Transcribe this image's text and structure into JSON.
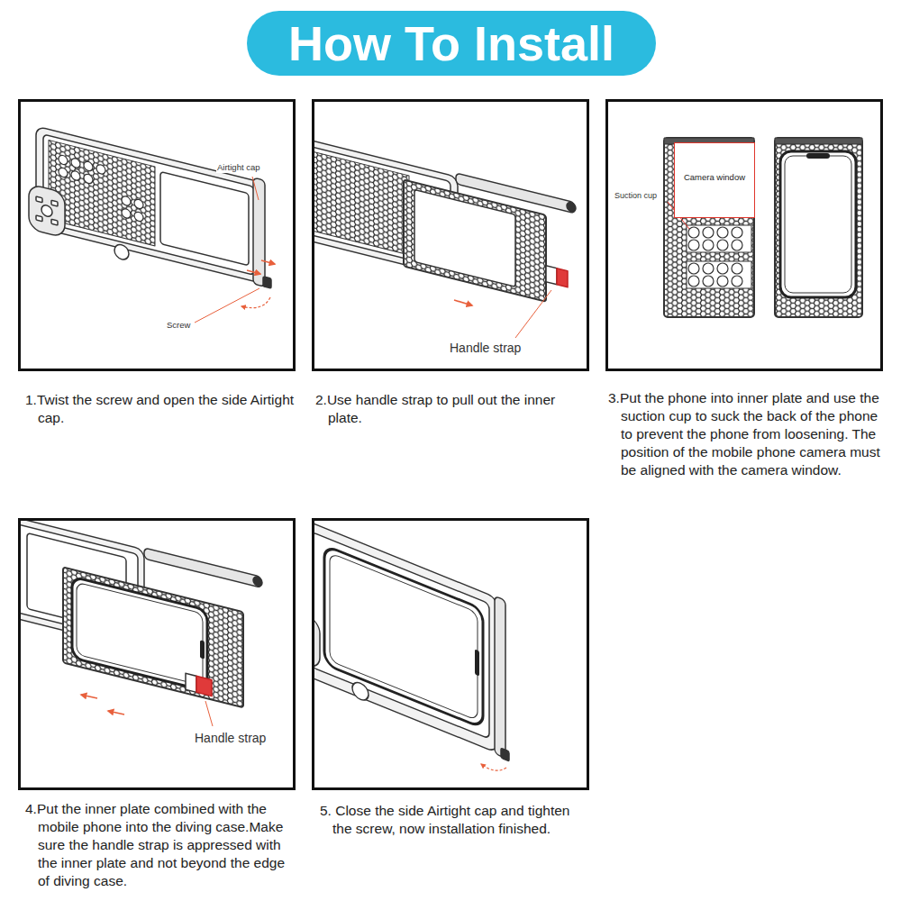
{
  "diagram": {
    "title": "How To Install",
    "nodes": [
      {
        "text": [
          "1.Twist the screw and open the side Airtight cap."
        ]
      },
      {
        "text": [
          "2.Use handle strap to pull out the inner plate."
        ]
      },
      {
        "text": [
          "3.Put the phone into inner plate and use the suction cup to suck the back of the phone to prevent the phone from loosening. The position of the mobile phone camera must be aligned with the camera window."
        ]
      },
      {
        "text": [
          "Camera window"
        ],
        "in": 2
      },
      {
        "text": [
          "4.Put the inner plate combined with the mobile phone into the diving case.Make sure the handle strap is appressed with the inner plate and not beyond the edge of diving case."
        ]
      },
      {
        "text": [
          "5. Close the side Airtight cap and tighten the screw, now installation finished."
        ]
      }
    ],
    "labels": [
      "Airtight cap",
      "Screw",
      "Handle strap",
      "Suction cup",
      "Handle strap"
    ]
  }
}
